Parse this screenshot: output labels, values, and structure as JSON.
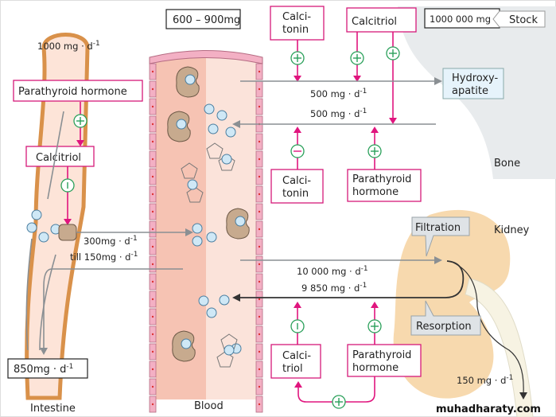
{
  "colors": {
    "hormone_border": "#d6197a",
    "stimulate": "#2aa05a",
    "vessel": "#f3b4a3",
    "kidney": "#f7d9ae",
    "bone": "#e6e9eb"
  },
  "intake": {
    "value": "1000 mg · d",
    "exp": "-1"
  },
  "blood_pool": "600 – 900mg",
  "intestine": {
    "pth": "Parathyroid hormone",
    "calcitriol": "Calcitriol",
    "absorb": {
      "value": "300mg · d",
      "exp": "-1"
    },
    "secrete": {
      "value": "till 150mg · d",
      "exp": "-1"
    },
    "excretion": {
      "value": "850mg · d",
      "exp": "-1"
    },
    "label": "Intestine"
  },
  "blood_label": "Blood",
  "bone": {
    "stock_value": "1000 000 mg",
    "stock_label": "Stock",
    "hydroxyapatite": [
      "Hydroxy-",
      "apatite"
    ],
    "deposit": {
      "value": "500 mg · d",
      "exp": "-1"
    },
    "release": {
      "value": "500 mg · d",
      "exp": "-1"
    },
    "top_calcitonin": [
      "Calci-",
      "tonin"
    ],
    "top_calcitriol": "Calcitriol",
    "bottom_calcitonin": [
      "Calci-",
      "tonin"
    ],
    "bottom_pth": [
      "Parathyroid",
      "hormone"
    ],
    "label": "Bone"
  },
  "kidney": {
    "filtration": "Filtration",
    "resorption": "Resorption",
    "label": "Kidney",
    "filtered": {
      "value": "10 000 mg · d",
      "exp": "-1"
    },
    "resorbed": {
      "value": "9 850 mg · d",
      "exp": "-1"
    },
    "calcitriol": [
      "Calci-",
      "triol"
    ],
    "pth": [
      "Parathyroid",
      "hormone"
    ],
    "urine": {
      "value": "150 mg · d",
      "exp": "-1"
    }
  },
  "watermark": "muhadharaty.com"
}
